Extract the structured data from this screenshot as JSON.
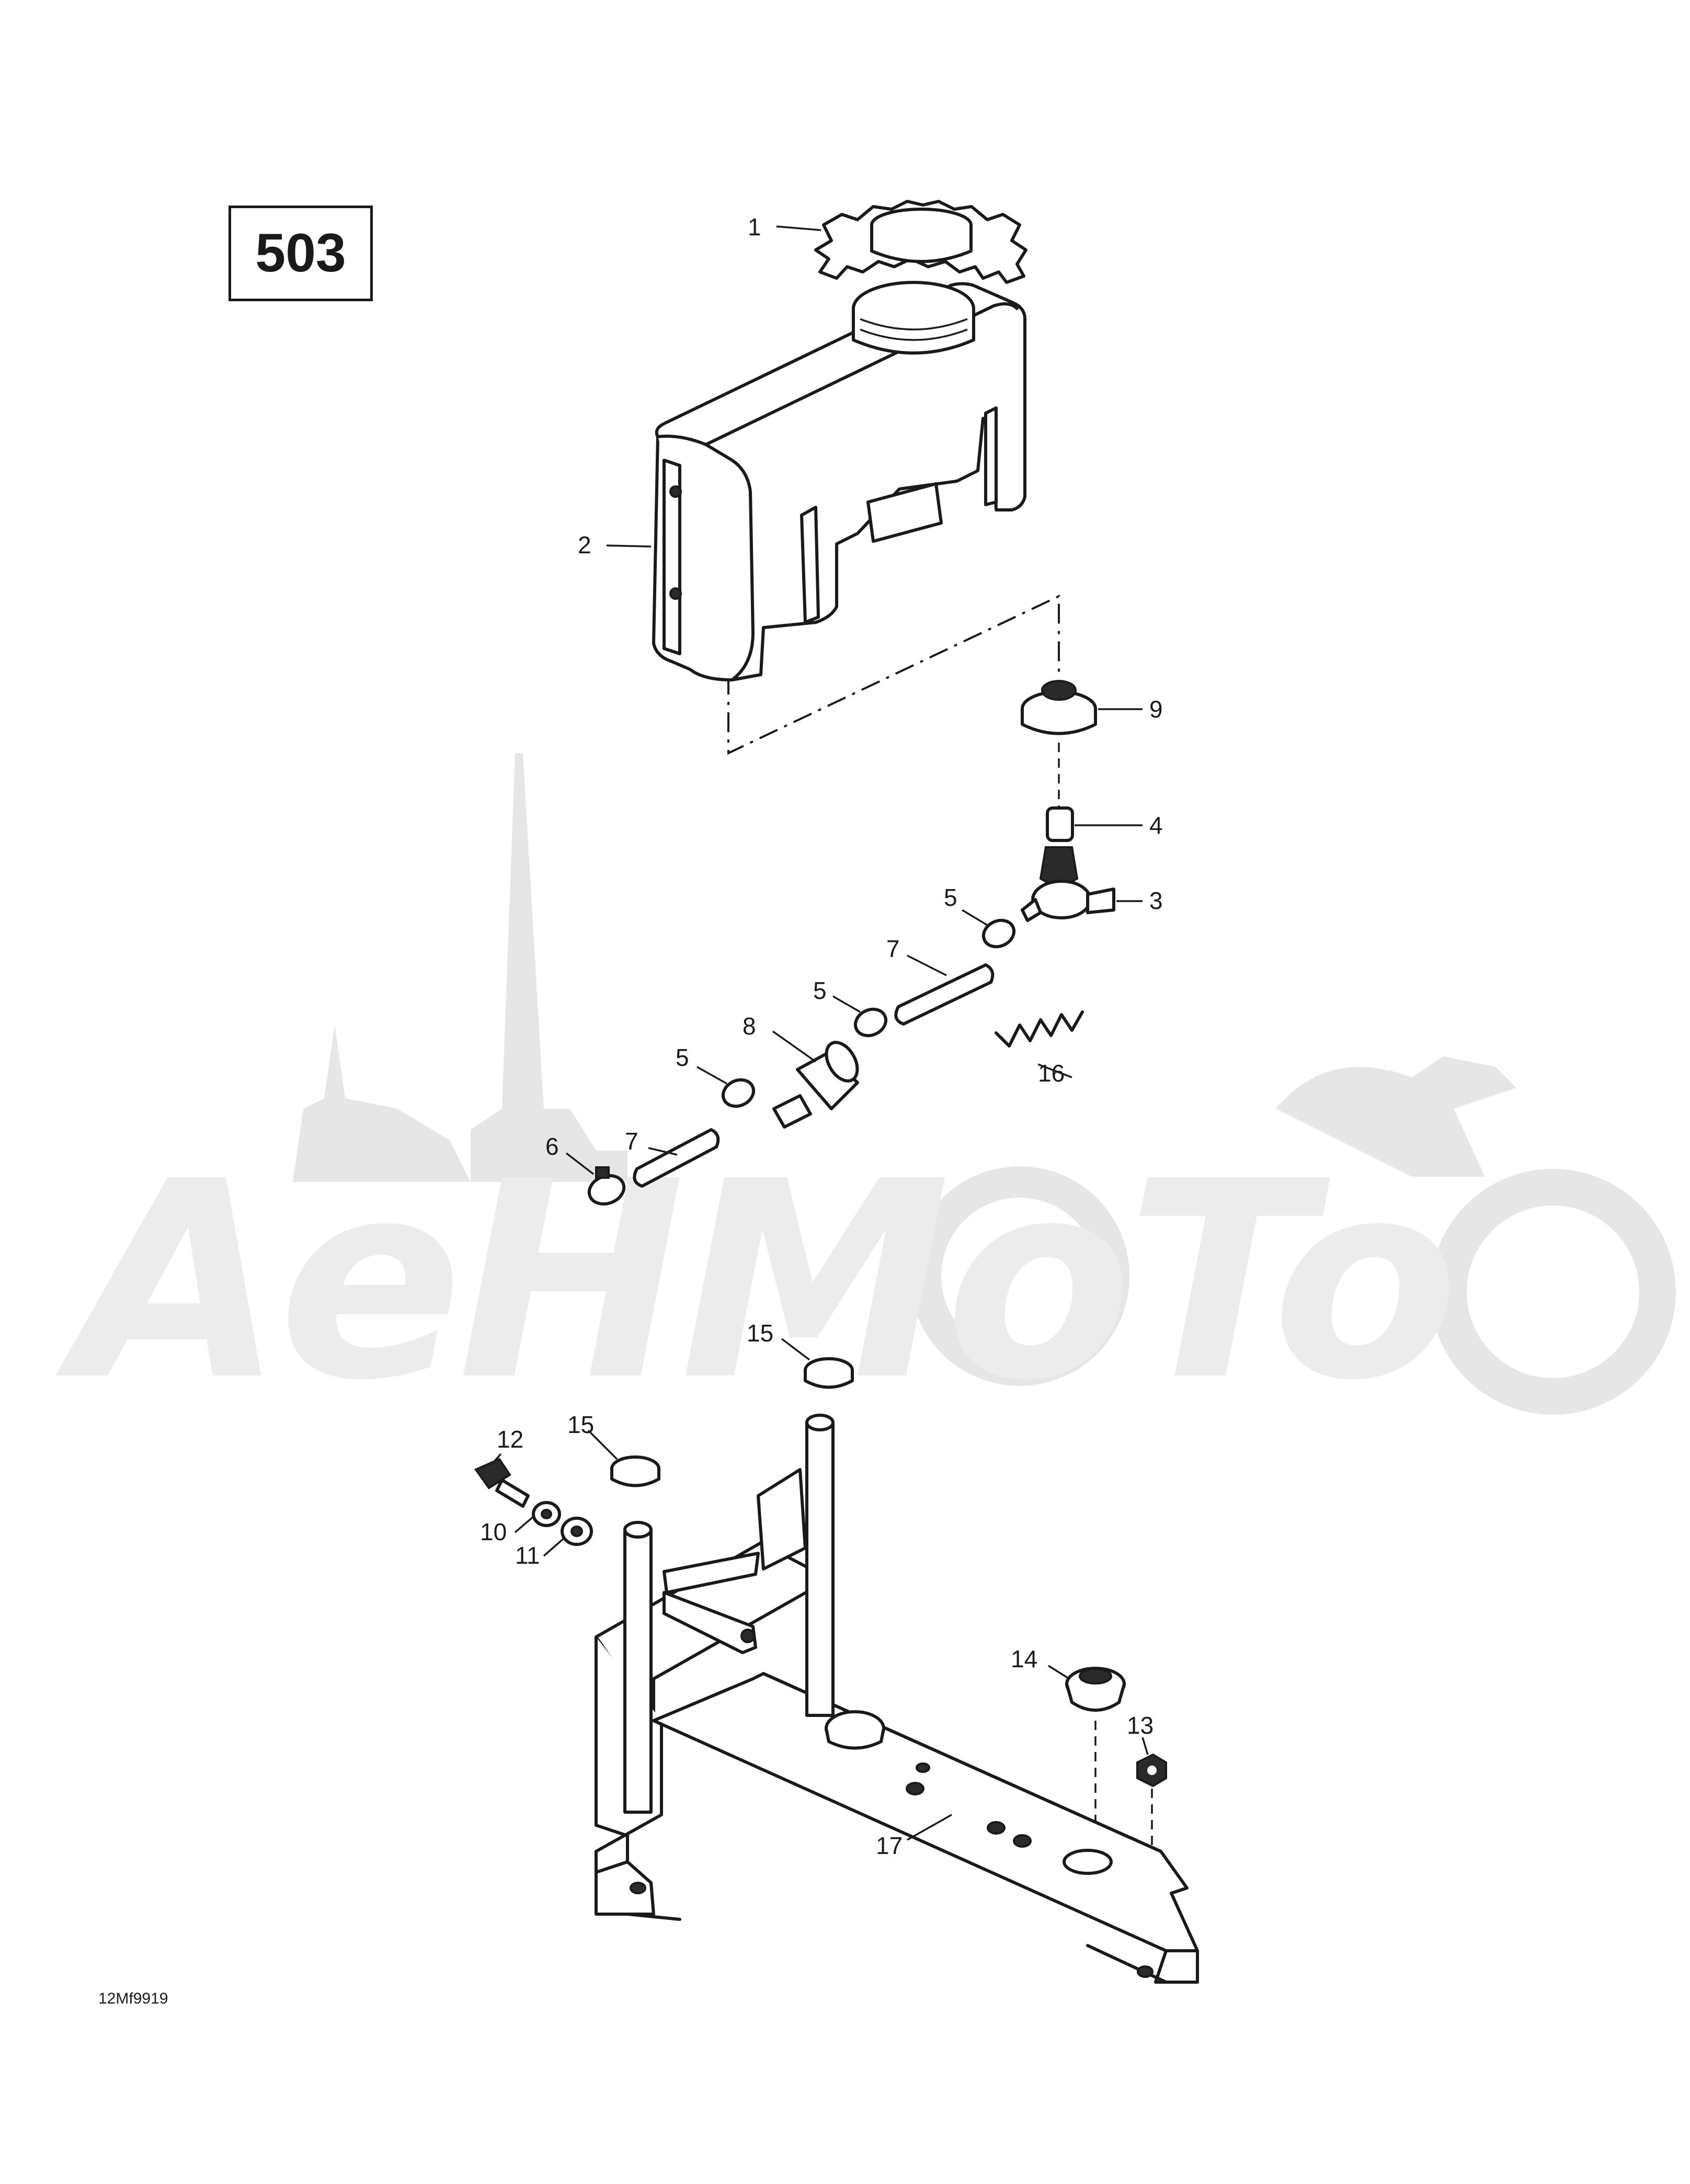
{
  "page_number": "503",
  "drawing_code": "12Mf9919",
  "watermark": {
    "text": "AeHMoTo",
    "color": "#e6e6e6"
  },
  "callouts": [
    "1",
    "2",
    "9",
    "4",
    "3",
    "5",
    "7",
    "5",
    "8",
    "5",
    "16",
    "7",
    "6",
    "15",
    "12",
    "15",
    "10",
    "11",
    "14",
    "13",
    "17"
  ]
}
